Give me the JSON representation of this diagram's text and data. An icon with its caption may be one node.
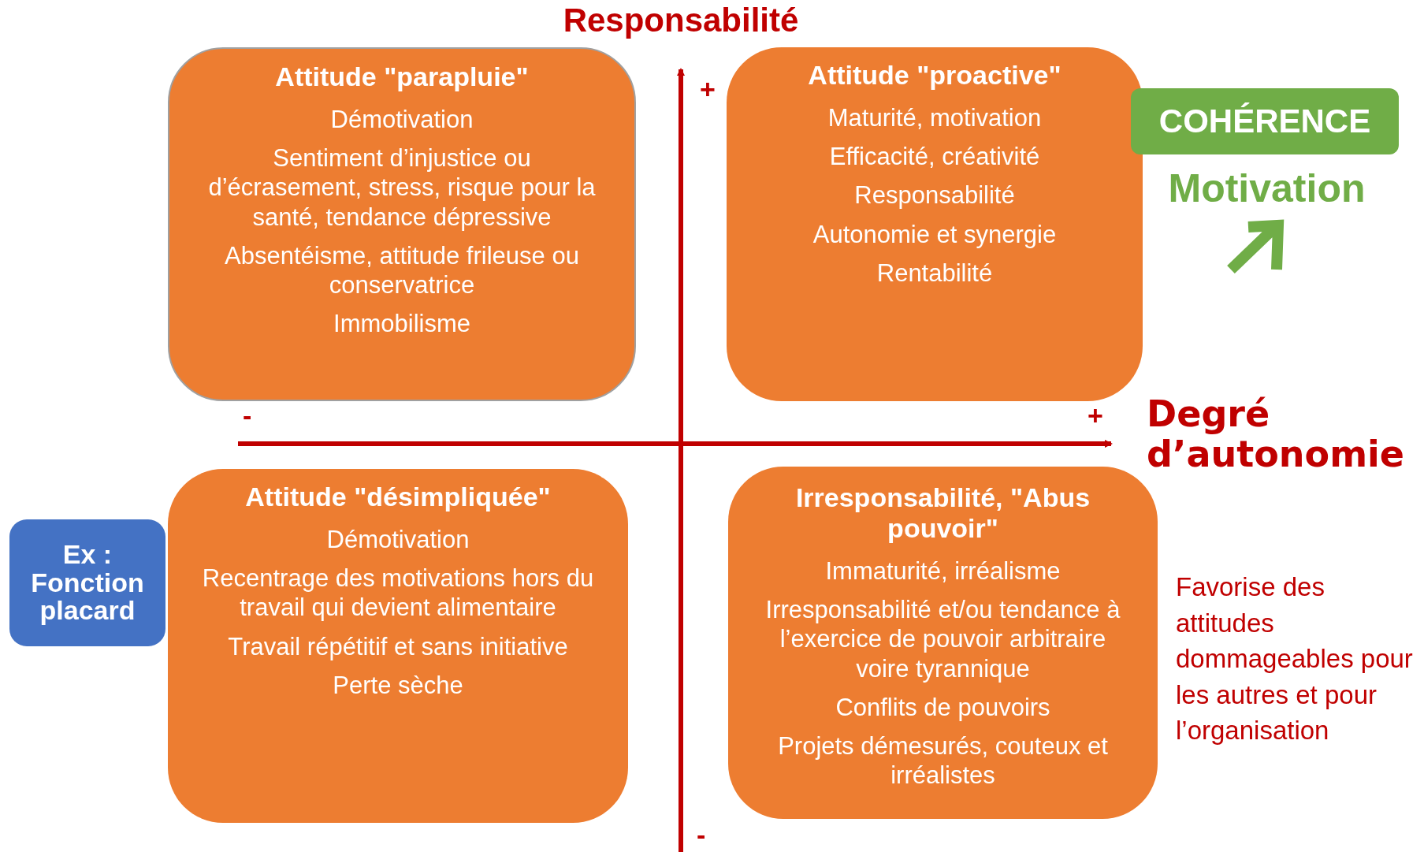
{
  "diagram": {
    "title": "Responsabilité",
    "nodes": [
      {
        "text": [
          "Attitude \"parapluie\"",
          "Démotivation",
          "Sentiment d’injustice ou d’écrasement, stress, risque pour la santé, tendance dépressive",
          "Absentéisme, attitude frileuse ou conservatrice",
          "Immobilisme"
        ]
      },
      {
        "text": [
          "Attitude \"proactive\"",
          "Maturité, motivation",
          "Efficacité, créativité",
          "Responsabilité",
          "Autonomie et synergie",
          "Rentabilité"
        ]
      },
      {
        "text": [
          "COHÉRENCE"
        ]
      },
      {
        "text": [
          "Ex : Fonction placard"
        ]
      },
      {
        "text": [
          "Attitude \"désimpliquée\"",
          "Démotivation",
          "Recentrage des motivations hors du travail qui devient alimentaire",
          "Travail répétitif et sans initiative",
          "Perte sèche"
        ]
      },
      {
        "text": [
          "Irresponsabilité, \"Abus pouvoir\"",
          "Immaturité, irréalisme",
          "Irresponsabilité et/ou tendance à l’exercice de pouvoir arbitraire voire tyrannique",
          "Conflits de pouvoirs",
          "Projets démesurés, couteux et irréalistes"
        ]
      }
    ],
    "edges": [],
    "labels": [
      "+",
      "Motivation",
      "-",
      "+",
      "Degré d’autonomie",
      "Favorise des attitudes dommageables pour les autres et pour l’organisation",
      "-"
    ]
  }
}
